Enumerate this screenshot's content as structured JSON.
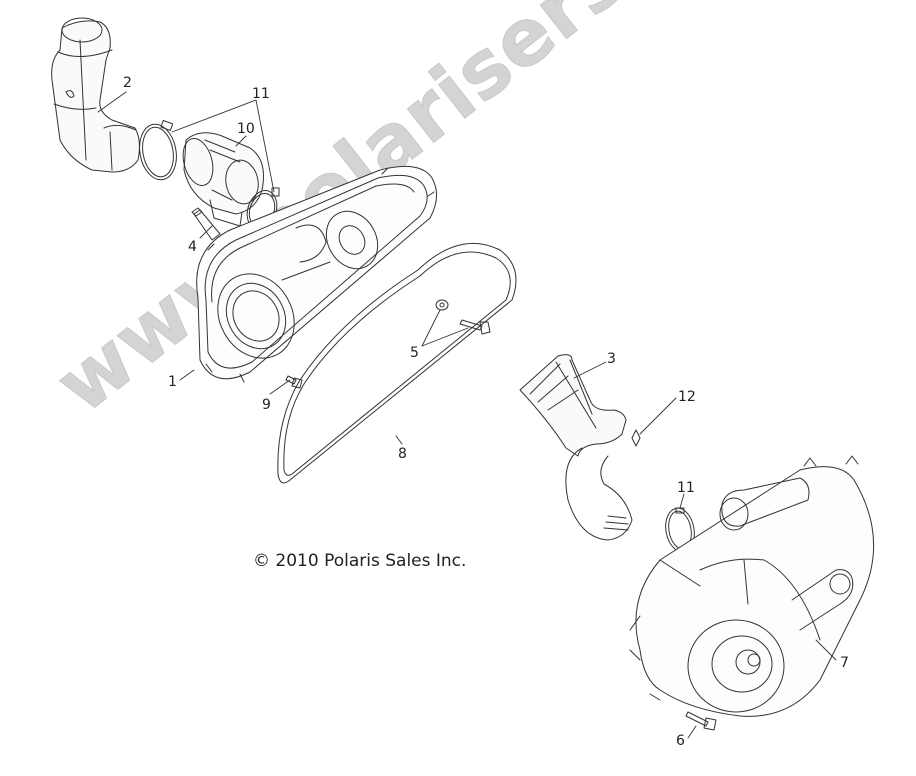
{
  "diagram": {
    "type": "exploded-parts-diagram",
    "watermark": "www.polarisersatzteile.de",
    "copyright": "© 2010 Polaris Sales Inc.",
    "colors": {
      "line": "#333333",
      "watermark": "#d4d4d4",
      "background": "#ffffff"
    },
    "callouts": [
      {
        "id": "c1",
        "label": "1",
        "part": "inner-clutch-cover"
      },
      {
        "id": "c2",
        "label": "2",
        "part": "intake-duct"
      },
      {
        "id": "c3",
        "label": "3",
        "part": "outlet-duct"
      },
      {
        "id": "c4",
        "label": "4",
        "part": "pin"
      },
      {
        "id": "c5",
        "label": "5",
        "part": "bolt-and-washer"
      },
      {
        "id": "c6",
        "label": "6",
        "part": "bolt"
      },
      {
        "id": "c7",
        "label": "7",
        "part": "outer-clutch-cover"
      },
      {
        "id": "c8",
        "label": "8",
        "part": "seal"
      },
      {
        "id": "c9",
        "label": "9",
        "part": "bolt"
      },
      {
        "id": "c10",
        "label": "10",
        "part": "duct-adapter"
      },
      {
        "id": "c11a",
        "label": "11",
        "part": "hose-clamp"
      },
      {
        "id": "c11b",
        "label": "11",
        "part": "hose-clamp"
      },
      {
        "id": "c12",
        "label": "12",
        "part": "push-rivet"
      }
    ]
  }
}
